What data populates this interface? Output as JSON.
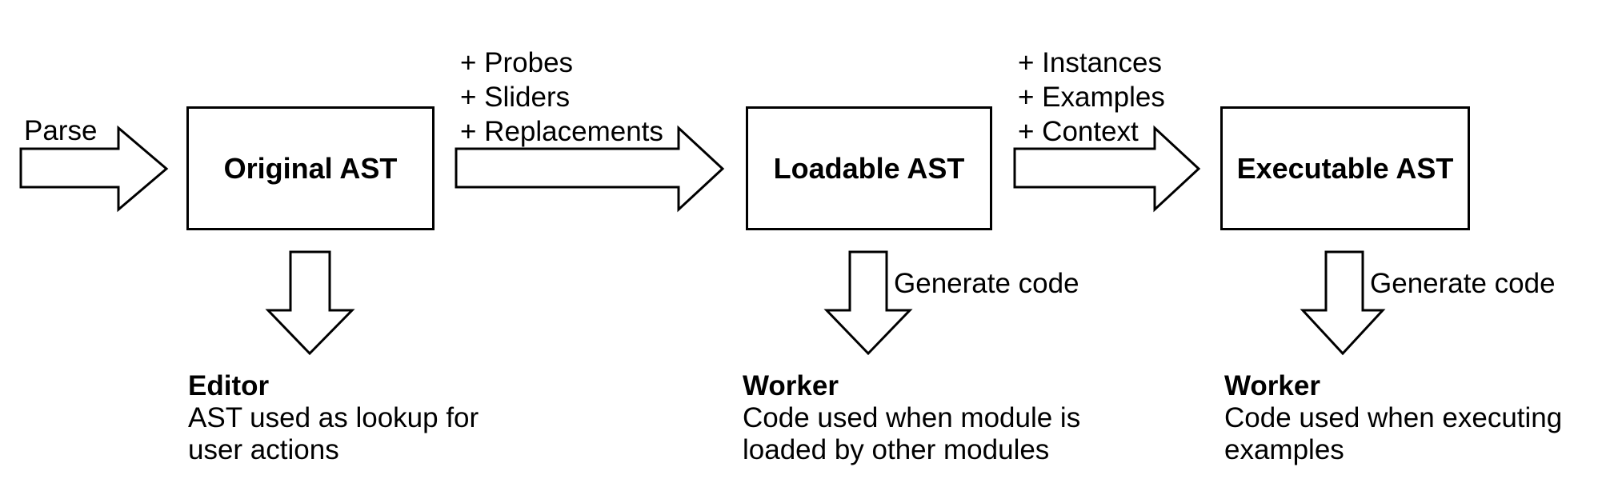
{
  "diagram": {
    "colors": {
      "background": "#ffffff",
      "stroke": "#000000",
      "text": "#000000"
    },
    "parse_label": "Parse",
    "stages": [
      {
        "box_label": "Original AST"
      },
      {
        "box_label": "Loadable AST"
      },
      {
        "box_label": "Executable AST"
      }
    ],
    "additions1": [
      "+ Probes",
      "+ Sliders",
      "+ Replacements"
    ],
    "additions2": [
      "+ Instances",
      "+ Examples",
      "+ Context"
    ],
    "generate_code_label_1": "Generate code",
    "generate_code_label_2": "Generate code",
    "outputs": [
      {
        "title": "Editor",
        "line1": "AST used as lookup for",
        "line2": "user actions"
      },
      {
        "title": "Worker",
        "line1": "Code used when module is",
        "line2": "loaded by other modules"
      },
      {
        "title": "Worker",
        "line1": "Code used when executing",
        "line2": "examples"
      }
    ]
  }
}
